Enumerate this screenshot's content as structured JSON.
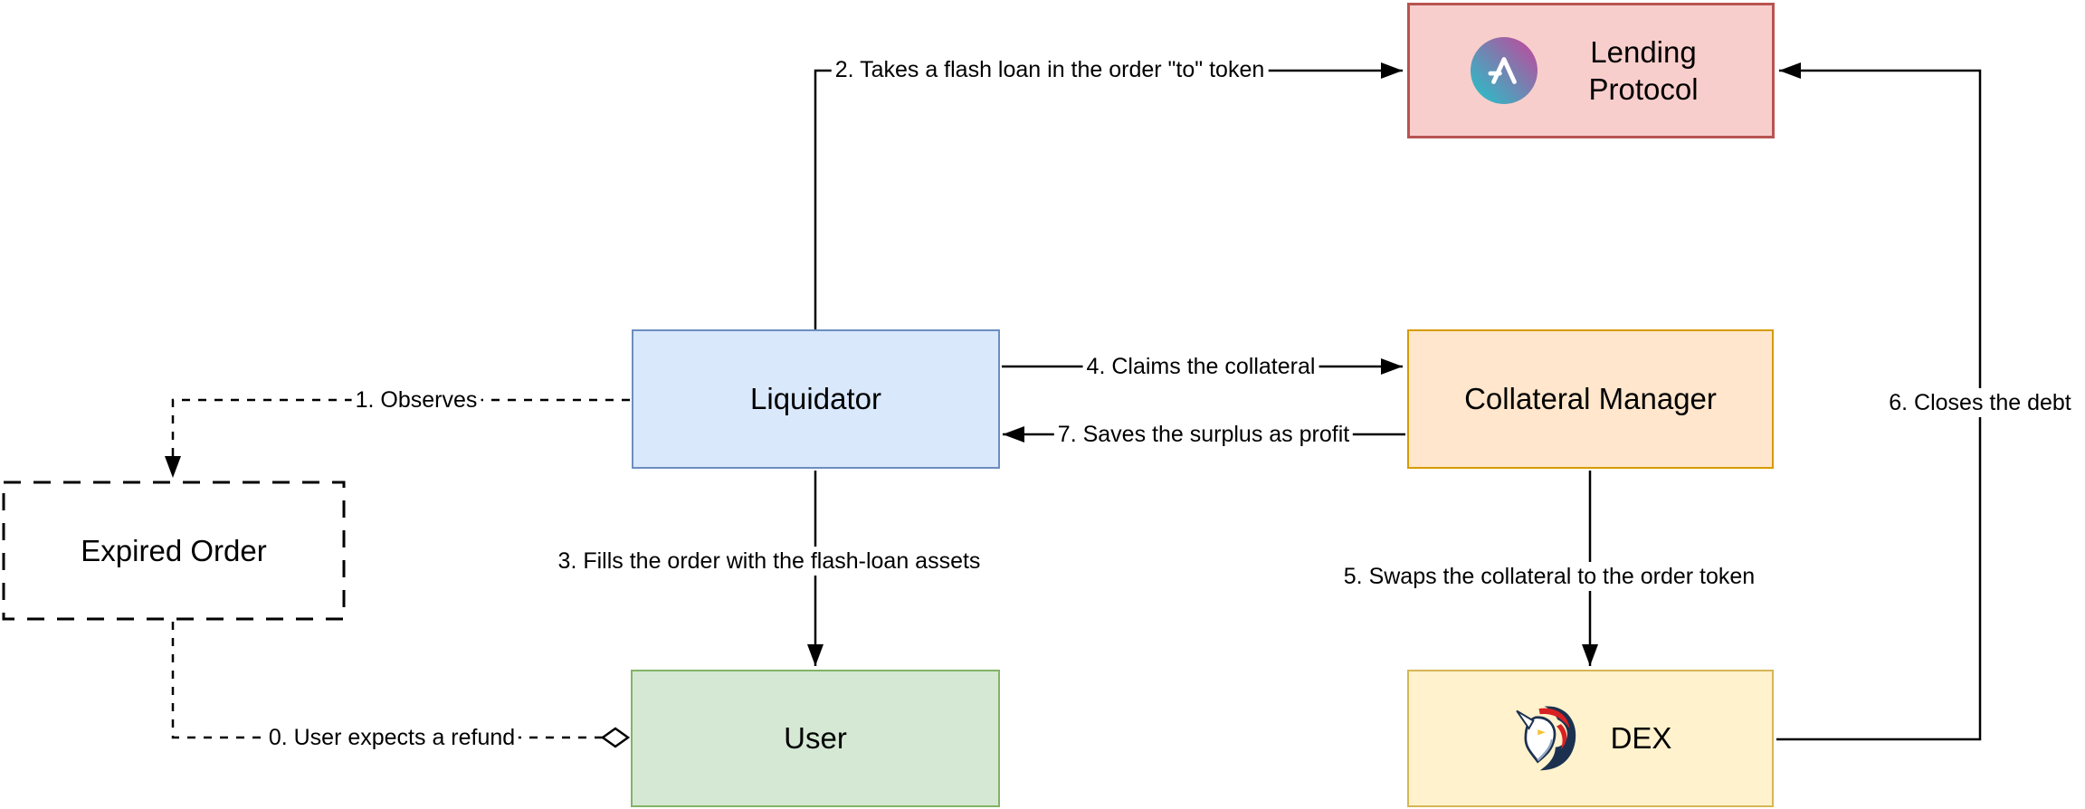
{
  "diagram": {
    "background": "#ffffff",
    "line_color": "#000000",
    "nodes": {
      "lending_protocol": {
        "label": "Lending Protocol",
        "icon": "aave-circle-gradient-icon",
        "fill": "#f8cecc",
        "stroke": "#b85450"
      },
      "liquidator": {
        "label": "Liquidator",
        "fill": "#dae8fc",
        "stroke": "#6c8ebf"
      },
      "collateral_manager": {
        "label": "Collateral Manager",
        "fill": "#ffe6cc",
        "stroke": "#d79b00"
      },
      "expired_order": {
        "label": "Expired Order",
        "fill": "#ffffff",
        "stroke": "#000000",
        "border_style": "dashed"
      },
      "user": {
        "label": "User",
        "fill": "#d5e8d4",
        "stroke": "#82b366"
      },
      "dex": {
        "label": "DEX",
        "icon": "oneinch-unicorn-icon",
        "fill": "#fff2cc",
        "stroke": "#d6b656"
      }
    },
    "edges": {
      "e0": {
        "label": "0. User expects a refund",
        "style": "dashed",
        "terminal": "open-diamond",
        "from": "expired_order",
        "to": "user"
      },
      "e1": {
        "label": "1. Observes",
        "style": "dashed",
        "terminal": "arrow",
        "from": "liquidator",
        "to": "expired_order"
      },
      "e2": {
        "label": "2. Takes a flash loan in the order \"to\" token",
        "style": "solid",
        "terminal": "arrow",
        "from": "liquidator",
        "to": "lending_protocol"
      },
      "e3": {
        "label": "3. Fills the order with the flash-loan assets",
        "style": "solid",
        "terminal": "arrow",
        "from": "liquidator",
        "to": "user"
      },
      "e4": {
        "label": "4. Claims the collateral",
        "style": "solid",
        "terminal": "arrow",
        "from": "liquidator",
        "to": "collateral_manager"
      },
      "e5": {
        "label": "5. Swaps the collateral to the order token",
        "style": "solid",
        "terminal": "arrow",
        "from": "collateral_manager",
        "to": "dex"
      },
      "e6": {
        "label": "6. Closes the debt",
        "style": "solid",
        "terminal": "arrow",
        "from": "dex",
        "to": "lending_protocol"
      },
      "e7": {
        "label": "7. Saves the surplus as profit",
        "style": "solid",
        "terminal": "arrow",
        "from": "collateral_manager",
        "to": "liquidator"
      }
    }
  }
}
